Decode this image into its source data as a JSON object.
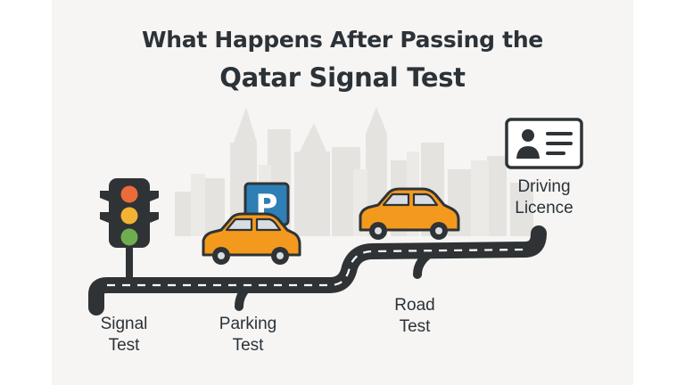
{
  "title": {
    "line1": "What Happens After Passing the",
    "line2": "Qatar Signal Test"
  },
  "steps": [
    {
      "line1": "Signal",
      "line2": "Test"
    },
    {
      "line1": "Parking",
      "line2": "Test"
    },
    {
      "line1": "Road",
      "line2": "Test"
    },
    {
      "line1": "Driving",
      "line2": "Licence"
    }
  ],
  "parking_sign": {
    "letter": "P"
  },
  "icons": [
    "traffic-light-icon",
    "parking-sign-icon",
    "car-icon",
    "driving-licence-card-icon",
    "skyline-silhouette"
  ],
  "colors": {
    "road": "#2f3336",
    "road_dash": "#ffffff",
    "car": "#f39a1e",
    "parking_sign": "#2d7fb5",
    "light_red": "#ec6b3a",
    "light_yellow": "#f2b233",
    "light_green": "#6fae4e",
    "text": "#2b3238"
  }
}
